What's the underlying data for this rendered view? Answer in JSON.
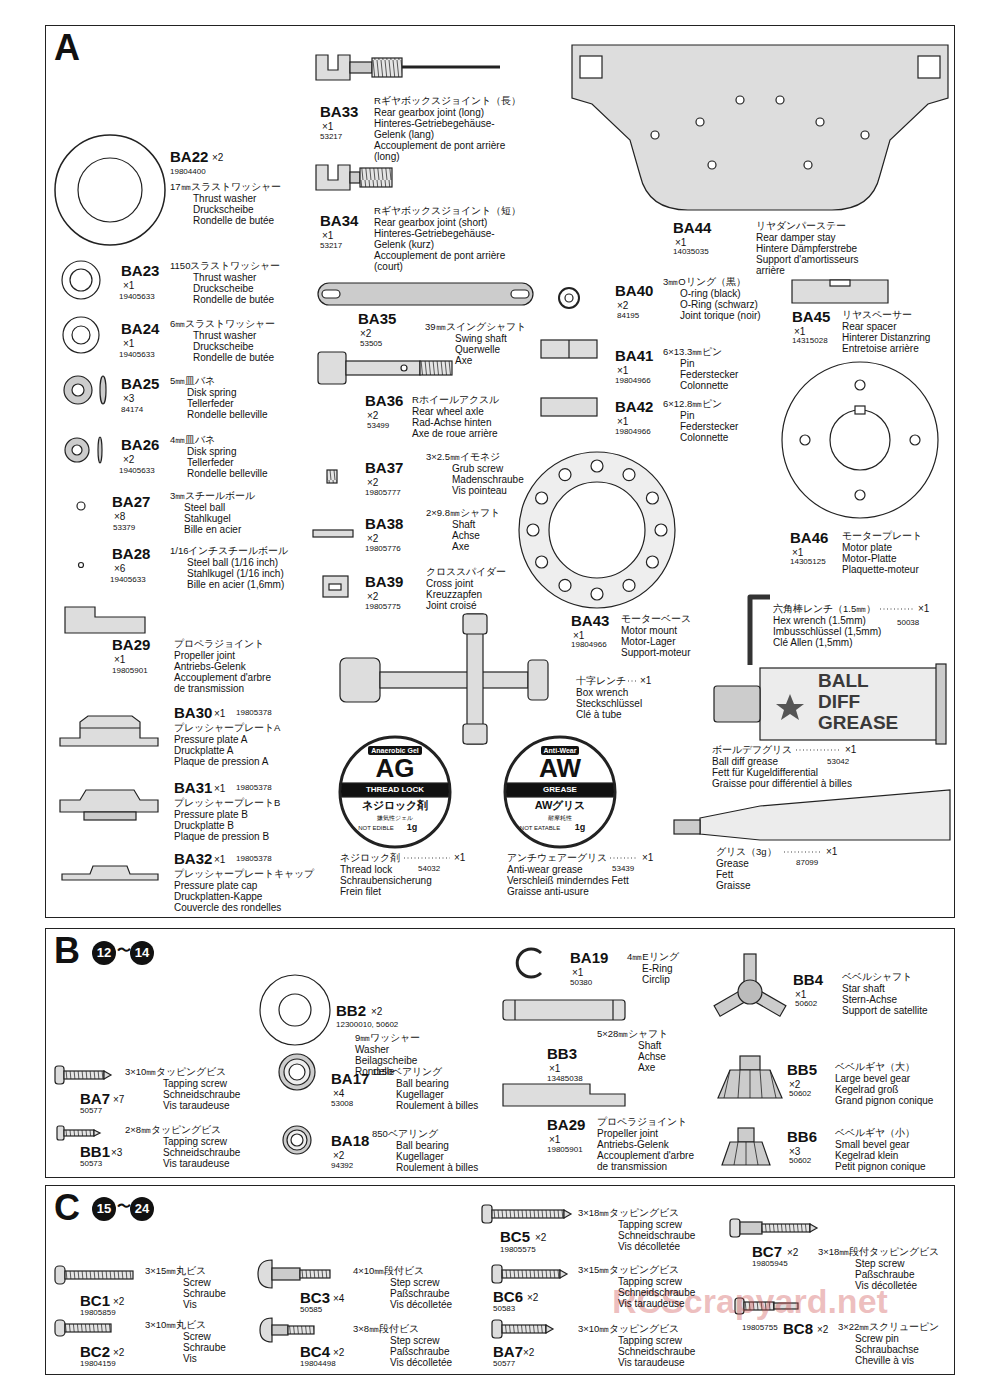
{
  "diagram": {
    "nodes": [
      {
        "text": [
          "A"
        ]
      },
      {
        "text": [
          "B"
        ]
      },
      {
        "text": [
          "12"
        ],
        "in": 1
      },
      {
        "text": [
          "14"
        ],
        "in": 1
      },
      {
        "text": [
          "C"
        ]
      },
      {
        "text": [
          "15"
        ],
        "in": 4
      },
      {
        "text": [
          "24"
        ],
        "in": 4
      }
    ],
    "labels": [
      "BA22",
      "×2",
      "19804400",
      "17㎜スラストワッシャー",
      "Thrust washer",
      "Druckscheibe",
      "Rondelle de butée",
      "BA23",
      "×1",
      "19405633",
      "1150スラストワッシャー",
      "Thrust washer",
      "Druckscheibe",
      "Rondelle de butée",
      "BA24",
      "×1",
      "19405633",
      "6㎜スラストワッシャー",
      "Thrust washer",
      "Druckscheibe",
      "Rondelle de butée",
      "BA25",
      "×3",
      "84174",
      "5㎜皿バネ",
      "Disk spring",
      "Tellerfeder",
      "Rondelle belleville",
      "BA26",
      "×2",
      "19405633",
      "4㎜皿バネ",
      "Disk spring",
      "Tellerfeder",
      "Rondelle belleville",
      "BA27",
      "×8",
      "53379",
      "3㎜スチールボール",
      "Steel ball",
      "Stahlkugel",
      "Bille en acier",
      "BA28",
      "×6",
      "19405633",
      "1/16インチスチールボール",
      "Steel ball (1/16 inch)",
      "Stahlkugel (1/16 inch)",
      "Bille en acier (1,6mm)",
      "BA29",
      "×1",
      "19805901",
      "プロペラジョイント",
      "Propeller joint",
      "Antriebs-Gelenk",
      "Accouplement d'arbre",
      "de transmission",
      "BA30",
      "×1",
      "19805378",
      "プレッシャープレートA",
      "Pressure plate A",
      "Druckplatte A",
      "Plaque de pression A",
      "BA31",
      "×1",
      "19805378",
      "プレッシャープレートB",
      "Pressure plate B",
      "Druckplatte B",
      "Plaque de pression B",
      "BA32",
      "×1",
      "19805378",
      "プレッシャープレートキャップ",
      "Pressure plate cap",
      "Druckplatten-Kappe",
      "Couvercle des rondelles",
      "BA33",
      "×1",
      "53217",
      "Rギヤボックスジョイント（長）",
      "Rear gearbox joint (long)",
      "Hinteres-Getriebegehäuse-",
      "Gelenk (lang)",
      "Accouplement de pont arrière",
      "(long)",
      "BA34",
      "×1",
      "53217",
      "Rギヤボックスジョイント（短）",
      "Rear gearbox joint (short)",
      "Hinteres-Getriebegehäuse-",
      "Gelenk (kurz)",
      "Accouplement de pont arrière",
      "(court)",
      "BA35",
      "×2",
      "53505",
      "39㎜スイングシャフト",
      "Swing shaft",
      "Querwelle",
      "Axe",
      "BA36",
      "×2",
      "53499",
      "Rホイールアクスル",
      "Rear wheel axle",
      "Rad-Achse hinten",
      "Axe de roue arrière",
      "BA37",
      "×2",
      "19805777",
      "3×2.5㎜イモネジ",
      "Grub screw",
      "Madenschraube",
      "Vis pointeau",
      "BA38",
      "×2",
      "19805776",
      "2×9.8㎜シャフト",
      "Shaft",
      "Achse",
      "Axe",
      "BA39",
      "×2",
      "19805775",
      "クロススパイダー",
      "Cross joint",
      "Kreuzzapfen",
      "Joint croisé",
      "BA44",
      "×1",
      "14035035",
      "リヤダンパーステー",
      "Rear damper stay",
      "Hintere Dämpferstrebe",
      "Support d'amortisseurs",
      "arrière",
      "BA40",
      "×2",
      "84195",
      "3㎜Oリング（黒）",
      "O-ring (black)",
      "O-Ring (schwarz)",
      "Joint torique (noir)",
      "BA45",
      "×1",
      "14315028",
      "リヤスペーサー",
      "Rear spacer",
      "Hinterer Distanzring",
      "Entretoise arrière",
      "BA41",
      "×1",
      "19804966",
      "6×13.3㎜ピン",
      "Pin",
      "Federstecker",
      "Colonnette",
      "BA42",
      "×1",
      "19804966",
      "6×12.8㎜ピン",
      "Pin",
      "Federstecker",
      "Colonnette",
      "BA46",
      "×1",
      "14305125",
      "モータープレート",
      "Motor plate",
      "Motor-Platte",
      "Plaquette-moteur",
      "BA43",
      "×1",
      "19804966",
      "モーターベース",
      "Motor mount",
      "Motor-Lager",
      "Support-moteur",
      "六角棒レンチ（1.5㎜）",
      "×1",
      "Hex wrench (1.5mm)",
      "Imbusschlüssel (1,5mm)",
      "Clé Allen (1,5mm)",
      "50038",
      "十字レンチ",
      "×1",
      "Box wrench",
      "Steckschlüssel",
      "Clé à tube",
      "BALL",
      "DIFF",
      "GREASE",
      "ボールデフグリス",
      "×1",
      "Ball diff grease",
      "Fett für Kugeldifferential",
      "Graisse pour différentiel à billes",
      "53042",
      "Anaerobic Gel",
      "AG",
      "THREAD LOCK",
      "ネジロック剤",
      "嫌気性ジェル",
      "NOT EDIBLE",
      "1g",
      "Anti-Wear",
      "AW",
      "GREASE",
      "AWグリス",
      "耐摩耗性",
      "NOT EATABLE",
      "1g",
      "ネジロック剤",
      "×1",
      "Thread lock",
      "Schraubensicherung",
      "Frein filet",
      "54032",
      "アンチウェアーグリス",
      "×1",
      "Anti-wear grease",
      "Verschleiß minderndes Fett",
      "Graisse anti-usure",
      "53439",
      "グリス（3g）",
      "×1",
      "Grease",
      "Fett",
      "Graisse",
      "87099",
      "〜",
      "BB2",
      "×2",
      "12300010, 50602",
      "9㎜ワッシャー",
      "Washer",
      "Beilagscheibe",
      "Rondelle",
      "3×10㎜タッピングビス",
      "Tapping screw",
      "Schneidschraube",
      "Vis taraudeuse",
      "BA7",
      "×7",
      "50577",
      "2×8㎜タッピングビス",
      "Tapping screw",
      "Schneidschraube",
      "Vis taraudeuse",
      "BB1",
      "×3",
      "50573",
      "BA17",
      "×4",
      "53008",
      "1150ベアリング",
      "Ball bearing",
      "Kugellager",
      "Roulement à billes",
      "BA18",
      "×2",
      "94392",
      "850ベアリング",
      "Ball bearing",
      "Kugellager",
      "Roulement à billes",
      "BA19",
      "×1",
      "50380",
      "4㎜Eリング",
      "E-Ring",
      "Circlip",
      "BB3",
      "×1",
      "13485038",
      "5×28㎜シャフト",
      "Shaft",
      "Achse",
      "Axe",
      "BA29",
      "×1",
      "19805901",
      "プロペラジョイント",
      "Propeller joint",
      "Antriebs-Gelenk",
      "Accouplement d'arbre",
      "de transmission",
      "BB4",
      "×1",
      "50602",
      "ベベルシャフト",
      "Star shaft",
      "Stern-Achse",
      "Support de satellite",
      "BB5",
      "×2",
      "50602",
      "ベベルギヤ（大）",
      "Large bevel gear",
      "Kegelrad groß",
      "Grand pignon conique",
      "BB6",
      "×3",
      "50602",
      "ベベルギヤ（小）",
      "Small bevel gear",
      "Kegelrad klein",
      "Petit pignon conique",
      "〜",
      "3×18㎜タッピングビス",
      "Tapping screw",
      "Schneidschraube",
      "Vis décolletée",
      "BC5",
      "×2",
      "19805575",
      "BC7",
      "×2",
      "19805945",
      "3×18㎜段付タッピングビス",
      "Step screw",
      "Paßschraube",
      "Vis décolletée",
      "3×15㎜丸ビス",
      "Screw",
      "Schraube",
      "Vis",
      "BC1",
      "×2",
      "19805859",
      "BC3",
      "×4",
      "50585",
      "4×10㎜段付ビス",
      "Step screw",
      "Paßschraube",
      "Vis décolletée",
      "BC6",
      "×2",
      "50583",
      "3×15㎜タッピングビス",
      "Tapping screw",
      "Schneidschraube",
      "Vis taraudeuse",
      "RCScrapyard.net",
      "3×10㎜丸ビス",
      "Screw",
      "Schraube",
      "Vis",
      "BC2",
      "×2",
      "19804159",
      "BC4",
      "×2",
      "19804498",
      "3×8㎜段付ビス",
      "Step screw",
      "Paßschraube",
      "Vis décolletée",
      "BA7",
      "×2",
      "50577",
      "3×10㎜タッピングビス",
      "Tapping screw",
      "Schneidschraube",
      "Vis taraudeuse",
      "BC8",
      "×2",
      "19805755",
      "3×22㎜スクリューピン",
      "Screw pin",
      "Schraubachse",
      "Cheville à vis"
    ]
  }
}
